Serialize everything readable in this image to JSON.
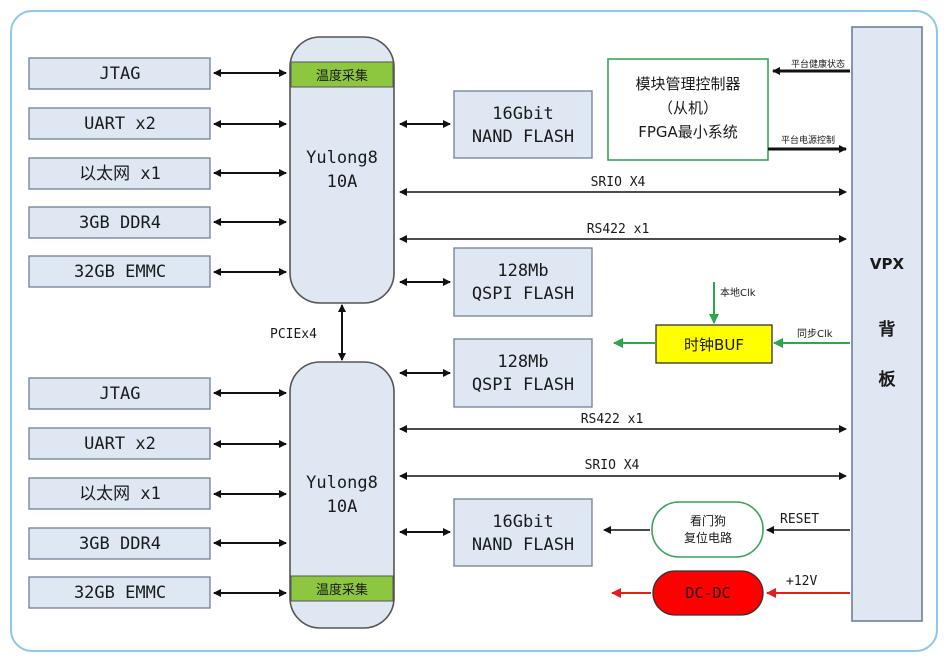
{
  "colors": {
    "box_fill": "#dfe7f3",
    "box_stroke": "#6f7f99",
    "temp_fill": "#8dc63f",
    "clock_fill": "#ffff00",
    "dcdc_fill": "#ff0000",
    "watchdog_stroke": "#3aa35a",
    "fpga_stroke": "#3aa35a",
    "green_arrow": "#2aa84a",
    "red_arrow": "#e02020",
    "frame": "#8fc8e6"
  },
  "upper_peripherals": [
    "JTAG",
    "UART x2",
    "以太网 x1",
    "3GB DDR4",
    "32GB EMMC"
  ],
  "lower_peripherals": [
    "JTAG",
    "UART x2",
    "以太网 x1",
    "3GB DDR4",
    "32GB EMMC"
  ],
  "cpu_upper": {
    "name_line1": "Yulong8",
    "name_line2": "10A",
    "temp_label": "温度采集"
  },
  "cpu_lower": {
    "name_line1": "Yulong8",
    "name_line2": "10A",
    "temp_label": "温度采集"
  },
  "interconnect": "PCIEx4",
  "upper_nand": {
    "line1": "16Gbit",
    "line2": "NAND FLASH"
  },
  "upper_qspi": {
    "line1": "128Mb",
    "line2": "QSPI FLASH"
  },
  "lower_qspi": {
    "line1": "128Mb",
    "line2": "QSPI FLASH"
  },
  "lower_nand": {
    "line1": "16Gbit",
    "line2": "NAND FLASH"
  },
  "fpga": {
    "line1": "模块管理控制器",
    "line2": "（从机）",
    "line3": "FPGA最小系统"
  },
  "fpga_in_label": "平台健康状态",
  "fpga_out_label": "平台电源控制",
  "links": {
    "upper_srio": "SRIO X4",
    "upper_rs422": "RS422 x1",
    "lower_rs422": "RS422 x1",
    "lower_srio": "SRIO X4"
  },
  "clock": {
    "label": "时钟BUF",
    "local_clk": "本地Clk",
    "sync_clk": "同步Clk"
  },
  "watchdog": {
    "line1": "看门狗",
    "line2": "复位电路",
    "reset": "RESET"
  },
  "power": {
    "label": "DC-DC",
    "input": "+12V"
  },
  "backplane": {
    "line1": "VPX",
    "line2": "背",
    "line3": "板"
  }
}
